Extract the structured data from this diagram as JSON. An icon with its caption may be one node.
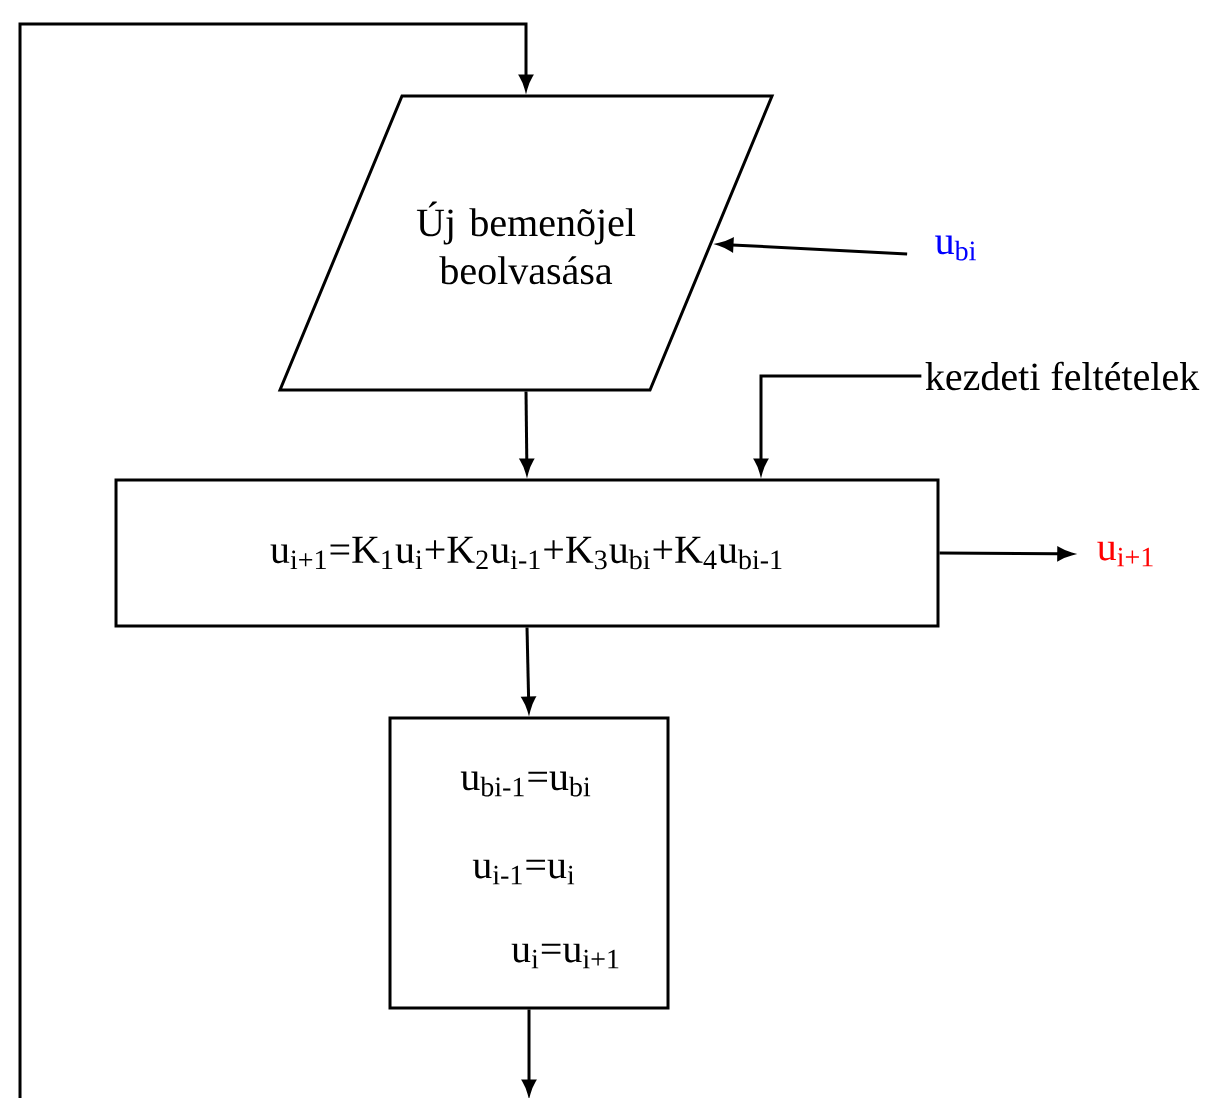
{
  "diagram": {
    "nodes": [
      {
        "text": [
          "Új bemenõjel beolvasása"
        ]
      },
      {
        "text": [
          "u$_{i+1}$=K$_{1}$u$_{i}$+K$_{2}$u$_{i-1}$+K$_{3}$u$_{bi}$+K$_{4}$u$_{bi-1}$"
        ]
      },
      {
        "text": [
          "u$_{bi-1}$=u$_{bi}$",
          "u$_{i-1}$=u$_{i}$",
          "u$_{i}$=u$_{i+1}$"
        ]
      },
      {
        "text": [
          "u$_{bi}$"
        ]
      },
      {
        "text": [
          "kezdeti feltételek"
        ]
      },
      {
        "text": [
          "u$_{i+1}$"
        ]
      }
    ],
    "edges": [
      {
        "from": null,
        "to": 0,
        "arrow": "to"
      },
      {
        "from": 3,
        "to": 0,
        "arrow": "to"
      },
      {
        "from": 0,
        "to": 1,
        "arrow": "to"
      },
      {
        "from": 4,
        "to": 1,
        "arrow": "to"
      },
      {
        "from": 1,
        "to": 5,
        "arrow": "to"
      },
      {
        "from": 1,
        "to": 2,
        "arrow": "to"
      },
      {
        "from": 2,
        "to": null,
        "arrow": "to"
      }
    ]
  }
}
